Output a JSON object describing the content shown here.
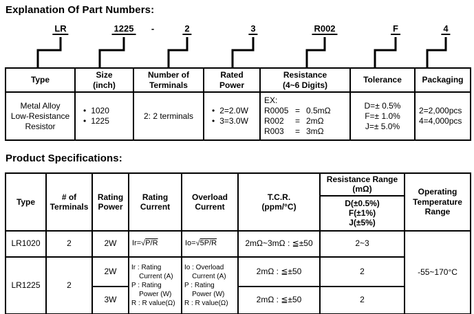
{
  "sections": {
    "part_numbers": {
      "title": "Explanation Of Part Numbers:"
    },
    "specifications": {
      "title": "Product Specifications:"
    }
  },
  "part_number": {
    "segments": [
      "LR",
      "1225",
      "-",
      "2",
      "3",
      "R002",
      "F",
      "4"
    ]
  },
  "table1": {
    "headers": [
      "Type",
      "Size\n(inch)",
      "Number of\nTerminals",
      "Rated\nPower",
      "Resistance\n(4~6 Digits)",
      "Tolerance",
      "Packaging"
    ],
    "row": {
      "type": "Metal Alloy\nLow-Resistance\nResistor",
      "sizes": [
        "1020",
        "1225"
      ],
      "terminals": "2: 2 terminals",
      "rated_power_options": [
        "2=2.0W",
        "3=3.0W"
      ],
      "resistance_example_label": "EX:",
      "resistance_examples": [
        {
          "code": "R0005",
          "eq": "=",
          "value": "0.5mΩ"
        },
        {
          "code": "R002",
          "eq": "=",
          "value": "2mΩ"
        },
        {
          "code": "R003",
          "eq": "=",
          "value": "3mΩ"
        }
      ],
      "tolerance": "D=± 0.5%\nF=± 1.0%\nJ=± 5.0%",
      "packaging": "2=2,000pcs\n4=4,000pcs"
    }
  },
  "table2": {
    "headers": {
      "type": "Type",
      "terminals": "# of\nTerminals",
      "rating_power": "Rating\nPower",
      "rating_current": "Rating\nCurrent",
      "overload_current": "Overload\nCurrent",
      "tcr": "T.C.R.\n(ppm/°C)",
      "resistance_range": "Resistance Range\n(mΩ)",
      "resistance_range_tolerances": "D(±0.5%)\nF(±1%)\nJ(±5%)",
      "operating_temperature": "Operating\nTemperature\nRange"
    },
    "lr1020": {
      "type": "LR1020",
      "terminals": "2",
      "rating_power": "2W",
      "rating_current_formula": {
        "pre": "Ir=√",
        "radicand": "P/R"
      },
      "overload_current_formula": {
        "pre": "Io=√",
        "radicand": "5P/R"
      },
      "tcr": "2mΩ~3mΩ : ≦±50",
      "resistance_range": "2~3"
    },
    "lr1225": {
      "type": "LR1225",
      "terminals": "2",
      "rating_current_legend": "Ir : Rating\n    Current (A)\nP : Rating\n    Power (W)\nR : R value(Ω)",
      "overload_current_legend": "Io : Overload\n    Current (A)\nP : Rating\n    Power (W)\nR : R value(Ω)",
      "rows": [
        {
          "rating_power": "2W",
          "tcr": "2mΩ : ≦±50",
          "resistance_range": "2"
        },
        {
          "rating_power": "3W",
          "tcr": "2mΩ : ≦±50",
          "resistance_range": "2"
        }
      ]
    },
    "operating_temperature": "-55~170°C"
  }
}
